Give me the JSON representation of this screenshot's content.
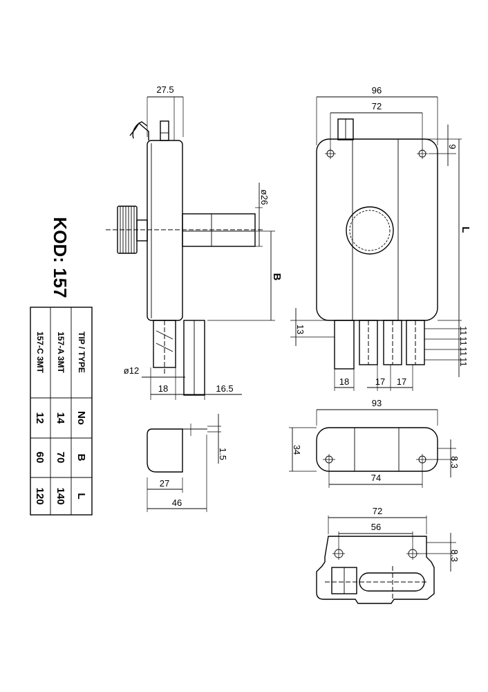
{
  "title": "KOD: 157",
  "table": {
    "headers": [
      "TIP / TYPE",
      "No",
      "B",
      "L"
    ],
    "rows": [
      [
        "157-A 3MT",
        "14",
        "70",
        "140"
      ],
      [
        "157-C 3MT",
        "12",
        "60",
        "120"
      ]
    ]
  },
  "dimensions": {
    "side_width": "27.5",
    "cylinder_dia": "ø26",
    "b_label": "B",
    "bolt_dia": "ø12",
    "w18_side": "18",
    "w16_5": "16.5",
    "front_width": "96",
    "hole_span": "72",
    "top_offset": "9",
    "l_label": "L",
    "d13": "13",
    "d11_a": "11",
    "d11_b": "11",
    "d11_c": "11",
    "d11_d": "11",
    "w18_front": "18",
    "w17_a": "17",
    "w17_b": "17",
    "plate_width": "93",
    "plate_height": "34",
    "plate_holes": "74",
    "plate_hole_off": "8.3",
    "keeper_width": "72",
    "keeper_holes": "56",
    "keeper_hole_off": "8.3",
    "profile_gap": "1.5",
    "profile_w27": "27",
    "profile_w46": "46"
  }
}
